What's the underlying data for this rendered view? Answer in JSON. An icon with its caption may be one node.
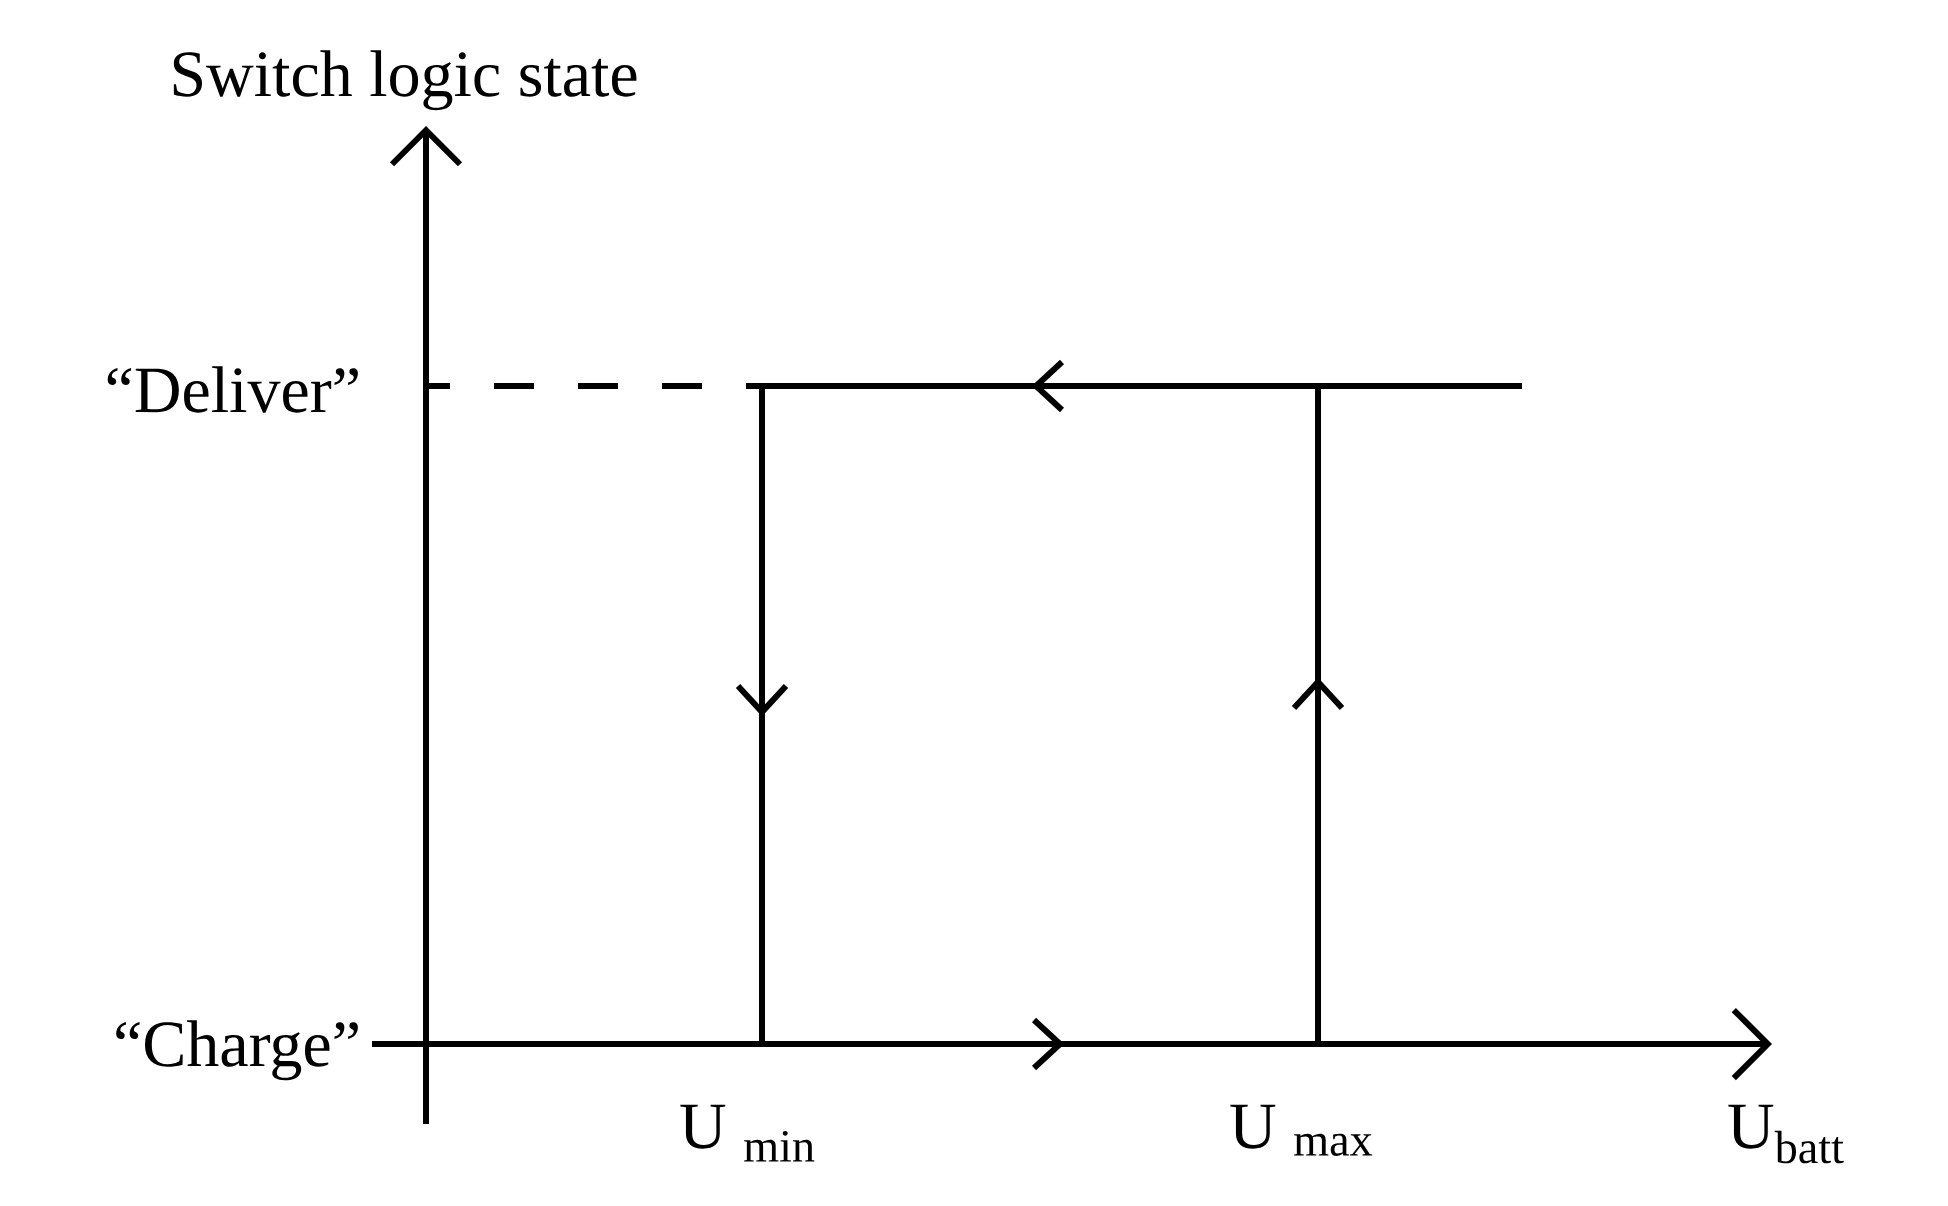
{
  "diagram": {
    "labels": [
      "Switch logic state",
      "“Deliver”",
      "“Charge”",
      "U $_{min}$",
      "U $_{max}$",
      "U$_{batt}$"
    ]
  }
}
